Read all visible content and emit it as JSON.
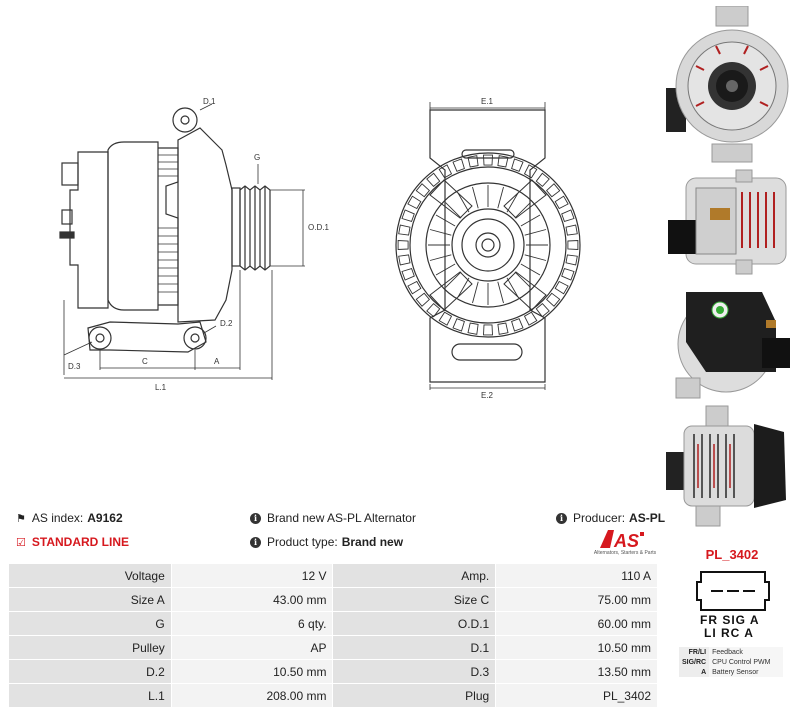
{
  "drawing_labels": {
    "d1": "D.1",
    "g": "G",
    "od1": "O.D.1",
    "d2": "D.2",
    "d3": "D.3",
    "c": "C",
    "a": "A",
    "l1": "L.1",
    "e1": "E.1",
    "e2": "E.2"
  },
  "info": {
    "as_index_label": "AS index:",
    "as_index_value": "A9162",
    "standard_line": "STANDARD LINE",
    "description": "Brand new AS-PL Alternator",
    "product_type_label": "Product type:",
    "product_type_value": "Brand new",
    "producer_label": "Producer:",
    "producer_value": "AS-PL"
  },
  "logo": {
    "mark": "AS",
    "tagline": "Alternators, Starters & Parts"
  },
  "specs": [
    {
      "l1": "Voltage",
      "v1": "12 V",
      "l2": "Amp.",
      "v2": "110 A"
    },
    {
      "l1": "Size A",
      "v1": "43.00 mm",
      "l2": "Size C",
      "v2": "75.00 mm"
    },
    {
      "l1": "G",
      "v1": "6 qty.",
      "l2": "O.D.1",
      "v2": "60.00 mm"
    },
    {
      "l1": "Pulley",
      "v1": "AP",
      "l2": "D.1",
      "v2": "10.50 mm"
    },
    {
      "l1": "D.2",
      "v1": "10.50 mm",
      "l2": "D.3",
      "v2": "13.50 mm"
    },
    {
      "l1": "L.1",
      "v1": "208.00 mm",
      "l2": "Plug",
      "v2": "PL_3402"
    }
  ],
  "plug": {
    "title": "PL_3402",
    "pins_top": "FR SIG  A",
    "pins_bottom": "LI  RC  A",
    "legend": [
      {
        "k": "FR/LI",
        "v": "Feedback"
      },
      {
        "k": "SIG/RC",
        "v": "CPU Control PWM"
      },
      {
        "k": "A",
        "v": "Battery Sensor"
      }
    ]
  },
  "colors": {
    "accent": "#d6181e",
    "label_bg": "#e2e2e2",
    "value_bg": "#f3f3f3"
  }
}
